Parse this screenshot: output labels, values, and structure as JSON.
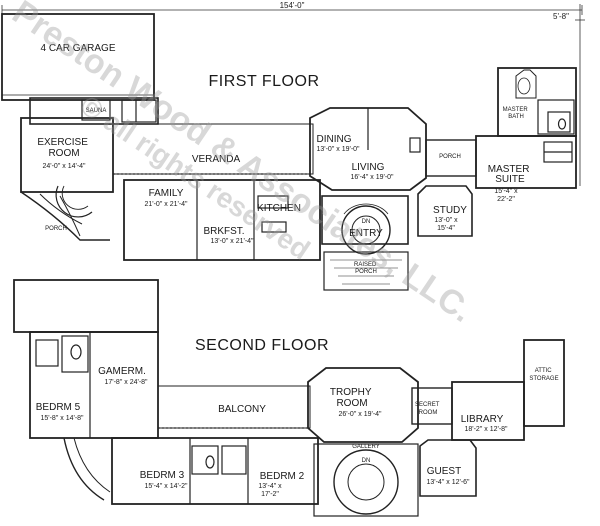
{
  "plan": {
    "overall_width": "154'-0\"",
    "right_dim": "5'-8\"",
    "watermark": "Preston Wood & Associates, LLC.",
    "watermark_sub": "© all rights reserved"
  },
  "first_floor": {
    "title": "FIRST FLOOR",
    "rooms": {
      "garage": {
        "name": "4 CAR GARAGE"
      },
      "sauna": {
        "name": "SAUNA"
      },
      "exercise": {
        "name": "EXERCISE\nROOM",
        "dim": "24'-0\" x 14'-4\""
      },
      "veranda": {
        "name": "VERANDA"
      },
      "porch_left": {
        "name": "PORCH"
      },
      "family": {
        "name": "FAMILY",
        "dim": "21'-0\" x 21'-4\""
      },
      "kitchen": {
        "name": "KITCHEN"
      },
      "brkfst": {
        "name": "BRKFST.",
        "dim": "13'-0\" x 21'-4\""
      },
      "dining": {
        "name": "DINING",
        "dim": "13'-0\" x 19'-0\""
      },
      "living": {
        "name": "LIVING",
        "dim": "16'-4\" x 19'-0\""
      },
      "entry": {
        "name": "ENTRY",
        "dn": "DN"
      },
      "raised_porch": {
        "name": "RAISED\nPORCH"
      },
      "porch_mid": {
        "name": "PORCH"
      },
      "study": {
        "name": "STUDY",
        "dim": "13'-0\" x 15'-4\""
      },
      "master_bath": {
        "name": "MASTER\nBATH"
      },
      "master_suite": {
        "name": "MASTER\nSUITE",
        "dim": "15'-4\" x 22'-2\""
      }
    }
  },
  "second_floor": {
    "title": "SECOND FLOOR",
    "rooms": {
      "gamerm": {
        "name": "GAMERM.",
        "dim": "17'-8\" x 24'-8\""
      },
      "bedrm5": {
        "name": "BEDRM 5",
        "dim": "15'-8\" x 14'-8\""
      },
      "balcony": {
        "name": "BALCONY"
      },
      "trophy": {
        "name": "TROPHY\nROOM",
        "dim": "26'-0\" x 19'-4\""
      },
      "gallery": {
        "name": "GALLERY",
        "dn": "DN"
      },
      "secret": {
        "name": "SECRET\nROOM"
      },
      "attic": {
        "name": "ATTIC\nSTORAGE"
      },
      "library": {
        "name": "LIBRARY",
        "dim": "18'-2\" x 12'-8\""
      },
      "bedrm3": {
        "name": "BEDRM 3",
        "dim": "15'-4\" x 14'-2\""
      },
      "bedrm2": {
        "name": "BEDRM 2",
        "dim": "13'-4\" x 17'-2\""
      },
      "guest": {
        "name": "GUEST",
        "dim": "13'-4\" x 12'-6\""
      }
    }
  }
}
